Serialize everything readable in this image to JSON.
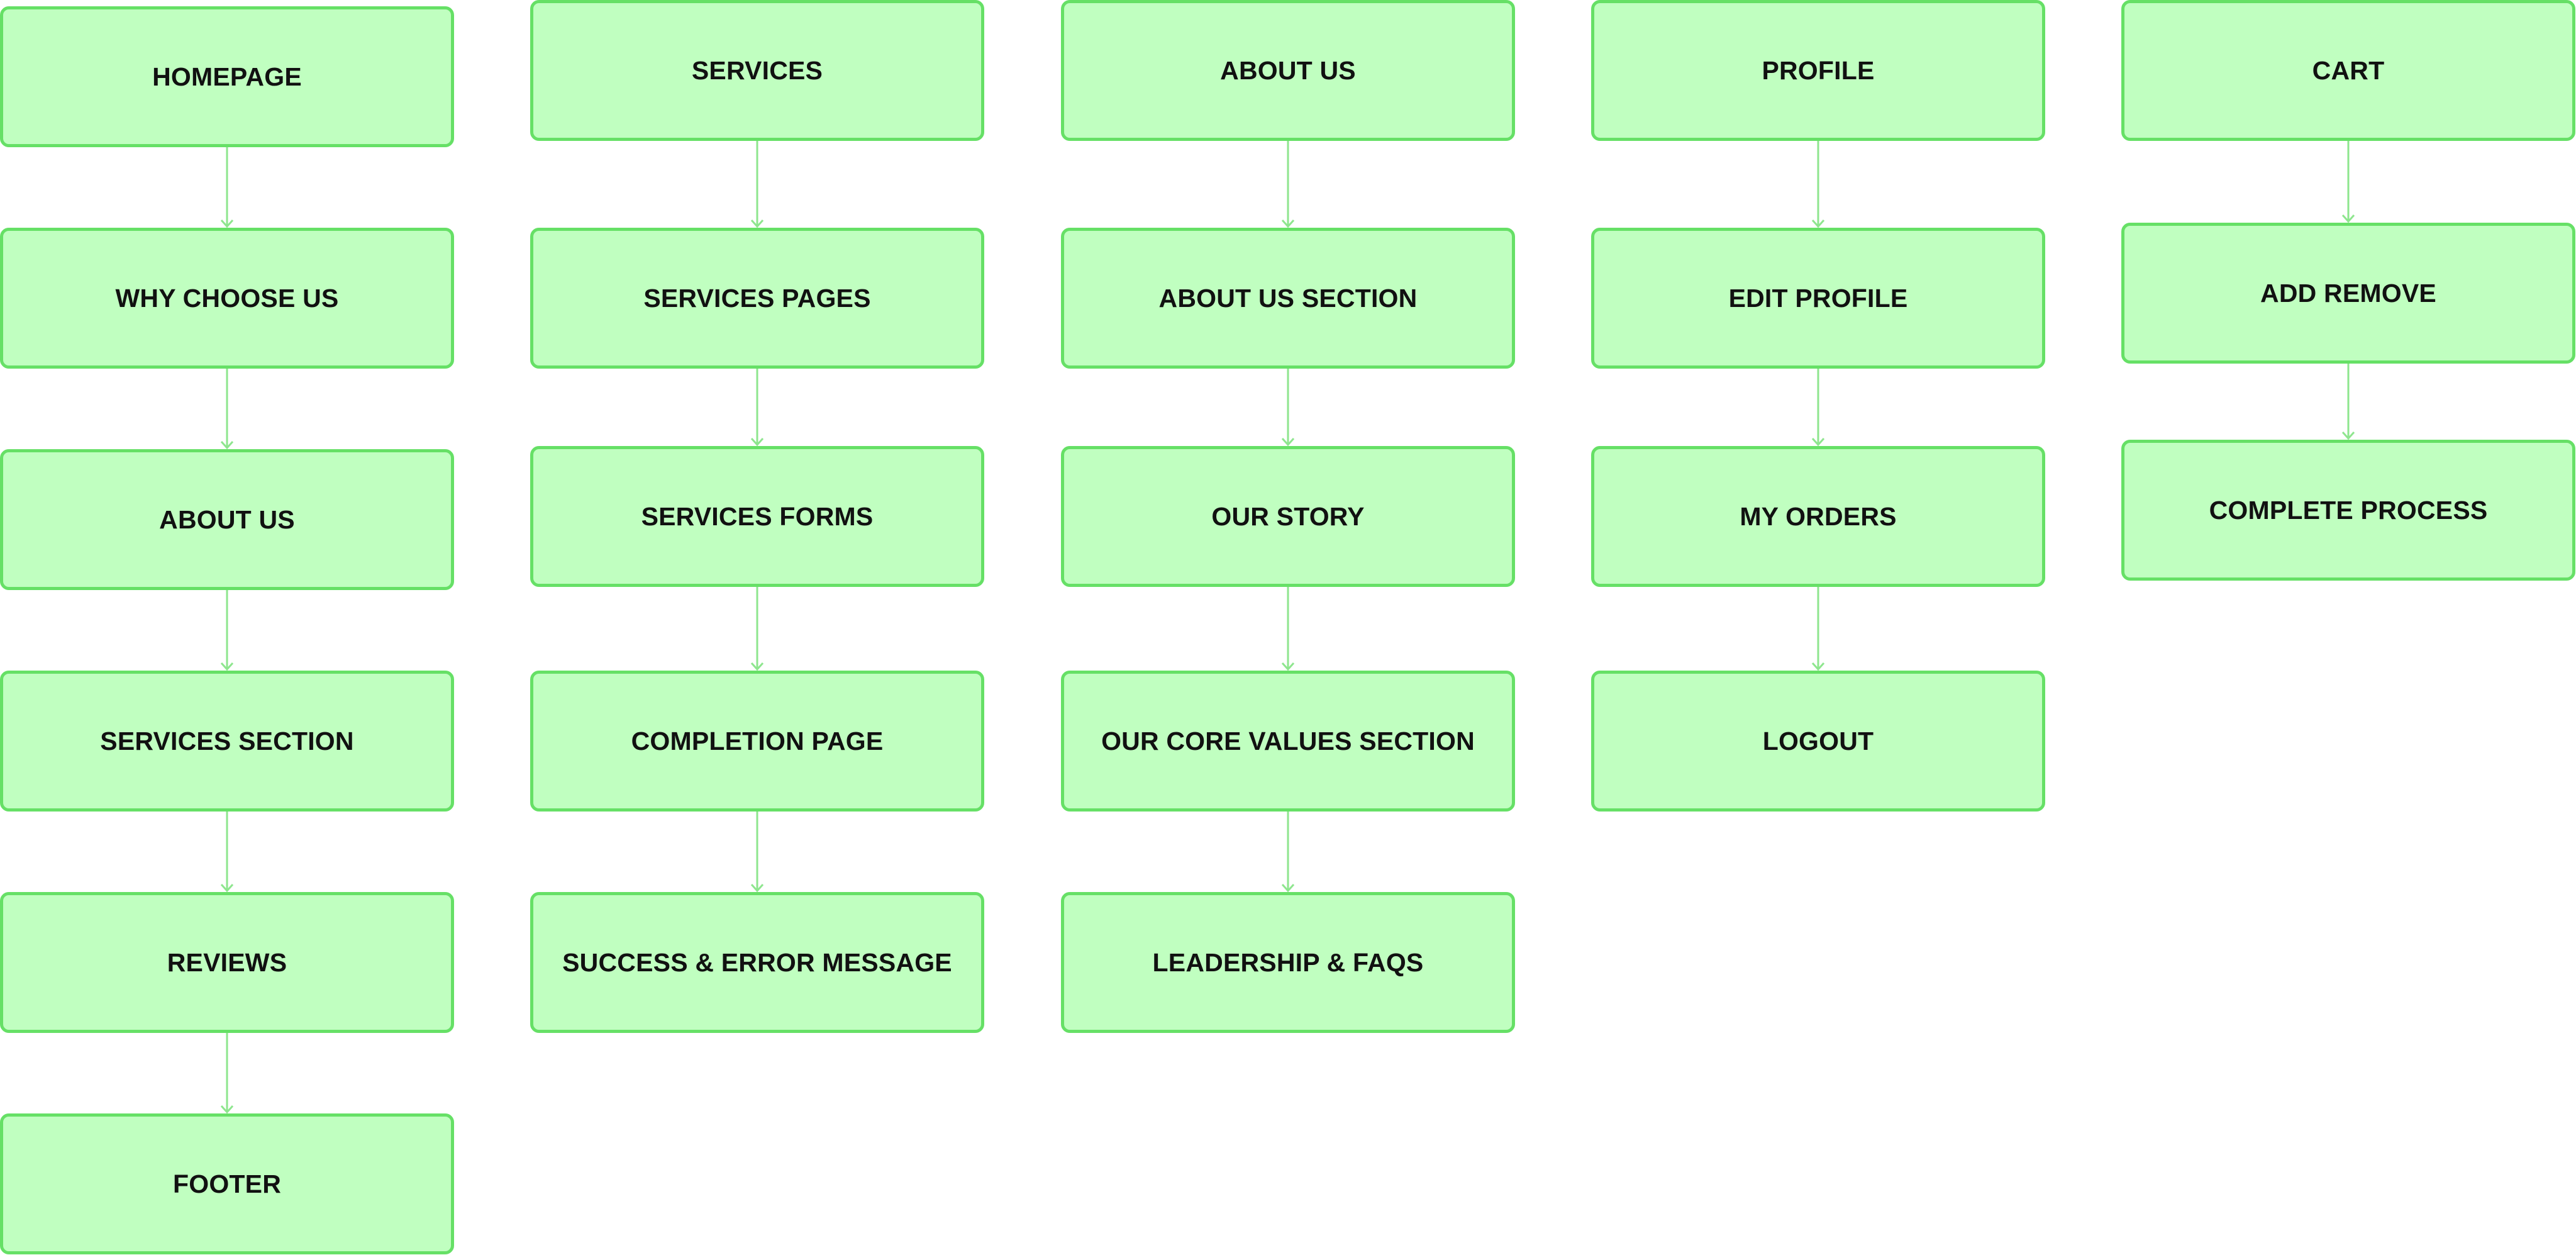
{
  "colors": {
    "node_fill": "#c0ffc0",
    "node_border": "#66e066",
    "connector": "#8ee68e",
    "text": "#111111"
  },
  "columns": [
    {
      "id": "homepage",
      "nodes": [
        "HOMEPAGE",
        "WHY CHOOSE US",
        "ABOUT US",
        "SERVICES SECTION",
        "REVIEWS",
        "FOOTER"
      ]
    },
    {
      "id": "services",
      "nodes": [
        "SERVICES",
        "SERVICES PAGES",
        "SERVICES FORMS",
        "COMPLETION PAGE",
        "SUCCESS & ERROR MESSAGE"
      ]
    },
    {
      "id": "about-us",
      "nodes": [
        "ABOUT US",
        "ABOUT US SECTION",
        "OUR STORY",
        "OUR CORE VALUES SECTION",
        "LEADERSHIP & FAQS"
      ]
    },
    {
      "id": "profile",
      "nodes": [
        "PROFILE",
        "EDIT PROFILE",
        "MY ORDERS",
        "LOGOUT"
      ]
    },
    {
      "id": "cart",
      "nodes": [
        "CART",
        "ADD REMOVE",
        "COMPLETE PROCESS"
      ]
    }
  ]
}
